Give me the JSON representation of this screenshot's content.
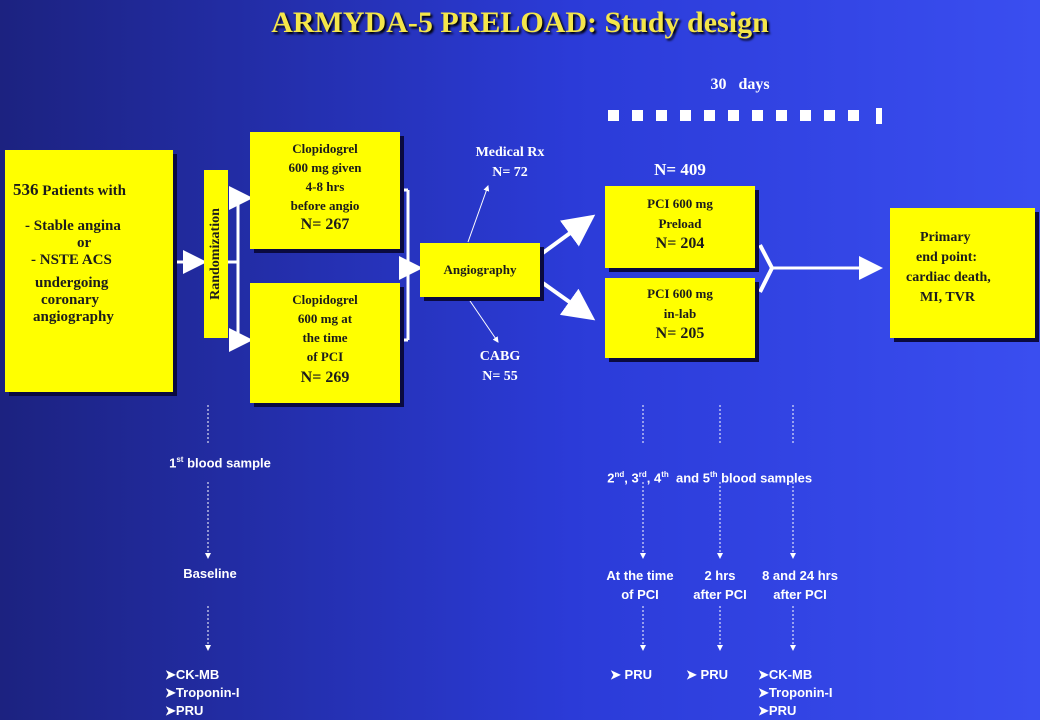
{
  "title": "ARMYDA-5 PRELOAD: Study design",
  "timeline": {
    "days_label": "30   days",
    "squares": 12
  },
  "patients_box": {
    "count": "536",
    "line1_rest": " Patients with",
    "line2": "- Stable  angina",
    "line3": "or",
    "line4": "- NSTE ACS",
    "line5": "undergoing",
    "line6": "coronary",
    "line7": "angiography"
  },
  "randomization": "Randomization",
  "arm_a": {
    "l1": "Clopidogrel",
    "l2": "600 mg given",
    "l3": "4-8 hrs",
    "l4": "before angio",
    "n": "N= 267"
  },
  "arm_b": {
    "l1": "Clopidogrel",
    "l2": "600 mg at",
    "l3": "the time",
    "l4": "of PCI",
    "n": "N= 269"
  },
  "angiography": "Angiography",
  "medical_rx": {
    "label": "Medical Rx",
    "n": "N= 72"
  },
  "cabg": {
    "label": "CABG",
    "n": "N= 55"
  },
  "pci_total": "N= 409",
  "pci_preload": {
    "l1": "PCI 600 mg",
    "l2": "Preload",
    "n": "N= 204"
  },
  "pci_inlab": {
    "l1": "PCI 600 mg",
    "l2": "in-lab",
    "n": "N= 205"
  },
  "endpoint": {
    "l1": "Primary",
    "l2": "end point:",
    "l3": "cardiac death,",
    "l4": "MI, TVR"
  },
  "samples": {
    "first": {
      "pre": "1",
      "sup": "st",
      "post": " blood sample"
    },
    "later": {
      "a": "2",
      "a_sup": "nd",
      "b": ", 3",
      "b_sup": "rd",
      "c": ", 4",
      "c_sup": "th",
      "d": "  and 5",
      "d_sup": "th",
      "e": " blood samples"
    }
  },
  "timepoints": {
    "baseline": "Baseline",
    "at_pci_1": "At the time",
    "at_pci_2": "of PCI",
    "two_hrs_1": "2 hrs",
    "two_hrs_2": "after PCI",
    "eight_1": "8 and 24 hrs",
    "eight_2": "after PCI"
  },
  "markers": {
    "baseline": [
      "CK-MB",
      "Troponin-I",
      "PRU"
    ],
    "at_pci": [
      "PRU"
    ],
    "two_hrs": [
      "PRU"
    ],
    "eight": [
      "CK-MB",
      "Troponin-I",
      "PRU"
    ]
  },
  "colors": {
    "title": "#f4e64a",
    "box": "#ffff00",
    "bg_left": "#1c2280",
    "bg_right": "#3a4ef0"
  }
}
